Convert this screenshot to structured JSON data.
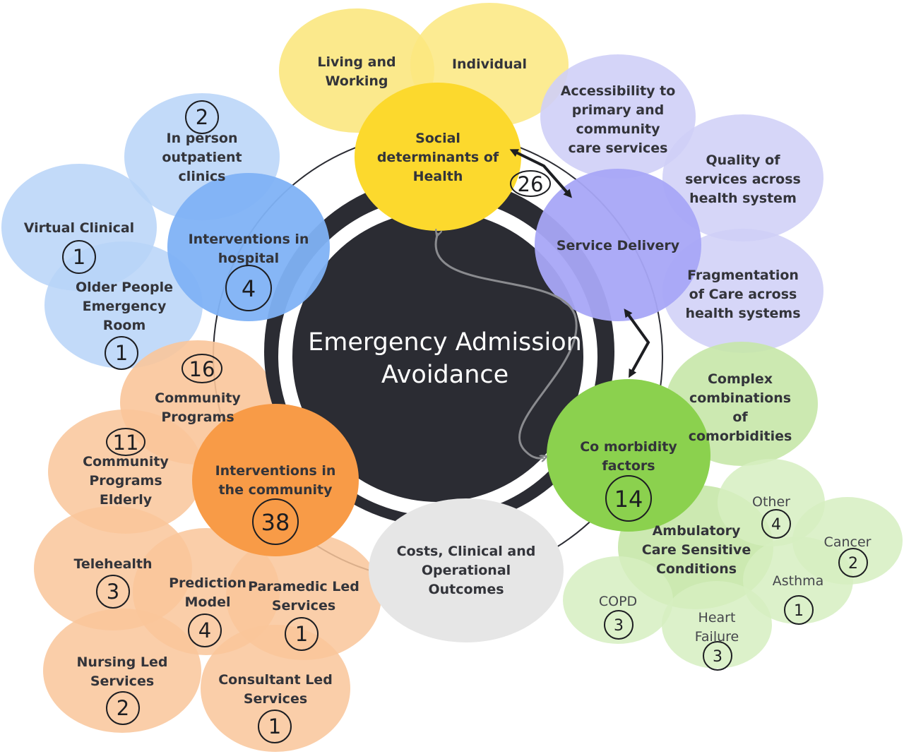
{
  "center": {
    "title_line1": "Emergency Admission",
    "title_line2": "Avoidance"
  },
  "colors": {
    "center_fill": "#2b2c33",
    "yellow": "#fcd92d",
    "yellow_light": "#fbe77f",
    "purple": "#a8a6f7",
    "purple_light": "#cfcff7",
    "blue": "#7fb2f6",
    "blue_light": "#b7d3f8",
    "orange": "#f89b47",
    "orange_light": "#f9c59a",
    "green": "#8bd14e",
    "green_light": "#c7e7a8",
    "green_pale": "#d6eec1",
    "grey": "#e6e6e6"
  },
  "social": {
    "label": [
      "Social",
      "determinants of",
      "Health"
    ],
    "living": [
      "Living and",
      "Working"
    ],
    "individual": [
      "Individual"
    ]
  },
  "service": {
    "label": [
      "Service Delivery"
    ],
    "accessibility": [
      "Accessibility to",
      "primary and",
      "community",
      "care services"
    ],
    "quality": [
      "Quality of",
      "services across",
      "health system"
    ],
    "fragmentation": [
      "Fragmentation",
      "of Care across",
      "health systems"
    ],
    "link_count": "26"
  },
  "comorbidity": {
    "label": [
      "Co morbidity",
      "factors"
    ],
    "count": "14",
    "complex": [
      "Complex",
      "combinations",
      "of",
      "comorbidities"
    ],
    "ambulatory": [
      "Ambulatory",
      "Care Sensitive",
      "Conditions"
    ],
    "other": {
      "label": "Other",
      "count": "4"
    },
    "cancer": {
      "label": "Cancer",
      "count": "2"
    },
    "asthma": {
      "label": "Asthma",
      "count": "1"
    },
    "copd": {
      "label": "COPD",
      "count": "3"
    },
    "heart_failure": {
      "label": [
        "Heart",
        "Failure"
      ],
      "count": "3"
    }
  },
  "costs": {
    "label": [
      "Costs, Clinical and",
      "Operational",
      "Outcomes"
    ]
  },
  "hospital": {
    "label": [
      "Interventions in",
      "hospital"
    ],
    "count": "4",
    "outpatient": {
      "label": [
        "In person",
        "outpatient",
        "clinics"
      ],
      "count": "2"
    },
    "virtual": {
      "label": [
        "Virtual Clinical"
      ],
      "count": "1"
    },
    "older": {
      "label": [
        "Older People",
        "Emergency",
        "Room"
      ],
      "count": "1"
    }
  },
  "community": {
    "label": [
      "Interventions in",
      "the community"
    ],
    "count": "38",
    "programs": {
      "label": [
        "Community",
        "Programs"
      ],
      "count": "16"
    },
    "elderly": {
      "label": [
        "Community",
        "Programs",
        "Elderly"
      ],
      "count": "11"
    },
    "telehealth": {
      "label": [
        "Telehealth"
      ],
      "count": "3"
    },
    "prediction": {
      "label": [
        "Prediction",
        "Model"
      ],
      "count": "4"
    },
    "paramedic": {
      "label": [
        "Paramedic Led",
        "Services"
      ],
      "count": "1"
    },
    "nursing": {
      "label": [
        "Nursing Led",
        "Services"
      ],
      "count": "2"
    },
    "consultant": {
      "label": [
        "Consultant Led",
        "Services"
      ],
      "count": "1"
    }
  }
}
